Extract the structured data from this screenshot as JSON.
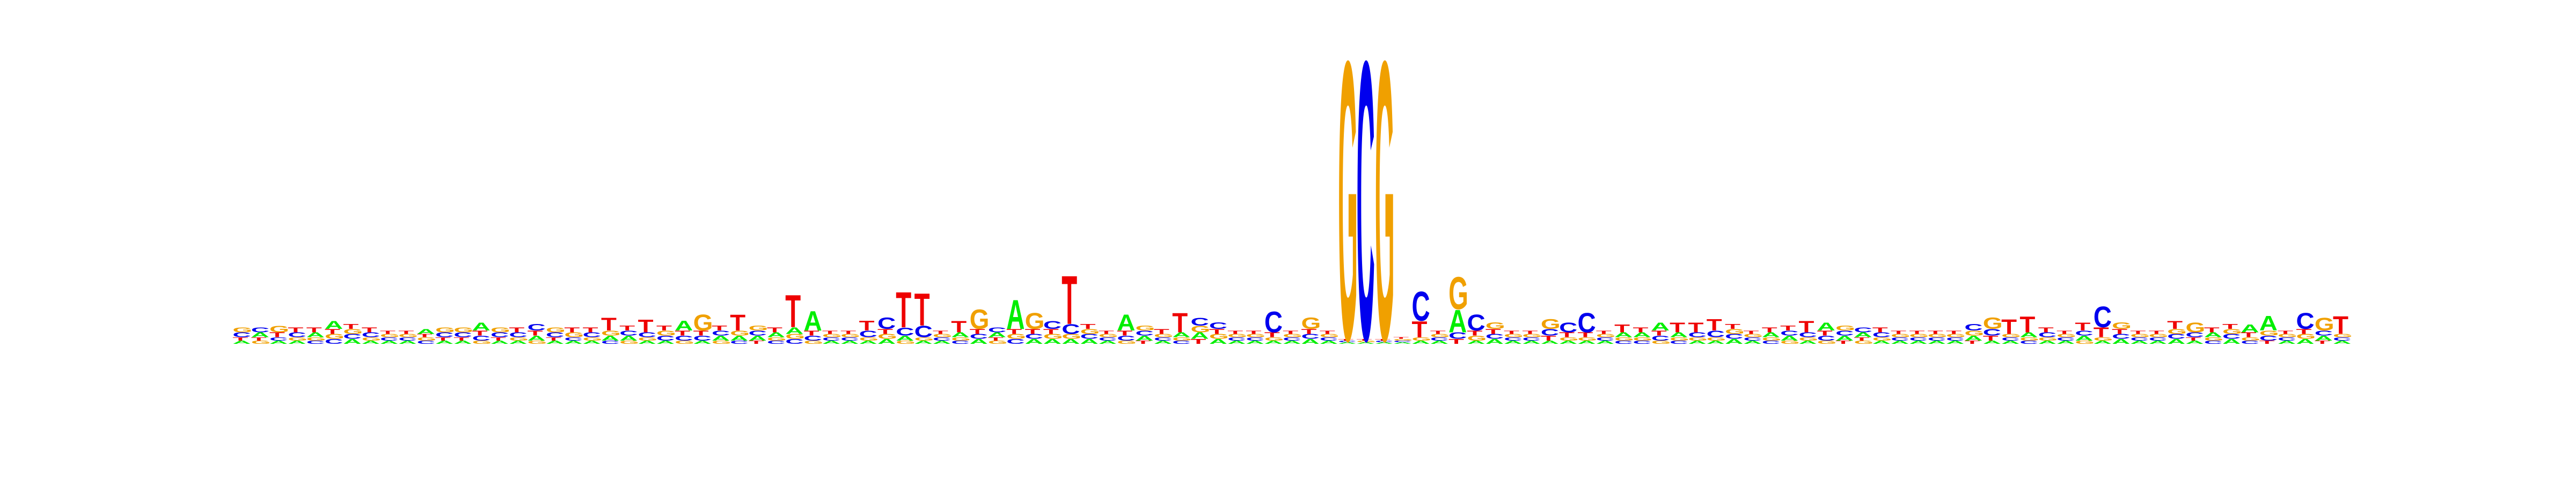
{
  "chart_data": {
    "type": "sequence-logo",
    "title": "",
    "xlabel": "",
    "ylabel": "",
    "ylim": [
      0,
      2
    ],
    "colors": {
      "A": "#00ee00",
      "C": "#0000ee",
      "G": "#f0a000",
      "T": "#ee0000"
    },
    "positions": [
      {
        "A": 0.02,
        "C": 0.03,
        "G": 0.03,
        "T": 0.02
      },
      {
        "A": 0.03,
        "C": 0.03,
        "G": 0.02,
        "T": 0.02
      },
      {
        "A": 0.02,
        "C": 0.02,
        "G": 0.04,
        "T": 0.03
      },
      {
        "A": 0.02,
        "C": 0.03,
        "G": 0.02,
        "T": 0.03
      },
      {
        "A": 0.03,
        "C": 0.02,
        "G": 0.02,
        "T": 0.03
      },
      {
        "A": 0.05,
        "C": 0.03,
        "G": 0.03,
        "T": 0.03
      },
      {
        "A": 0.03,
        "C": 0.03,
        "G": 0.03,
        "T": 0.03
      },
      {
        "A": 0.02,
        "C": 0.03,
        "G": 0.02,
        "T": 0.03
      },
      {
        "A": 0.02,
        "C": 0.02,
        "G": 0.02,
        "T": 0.02
      },
      {
        "A": 0.02,
        "C": 0.02,
        "G": 0.02,
        "T": 0.02
      },
      {
        "A": 0.03,
        "C": 0.02,
        "G": 0.02,
        "T": 0.02
      },
      {
        "A": 0.02,
        "C": 0.03,
        "G": 0.03,
        "T": 0.02
      },
      {
        "A": 0.02,
        "C": 0.03,
        "G": 0.03,
        "T": 0.02
      },
      {
        "A": 0.05,
        "C": 0.03,
        "G": 0.02,
        "T": 0.03
      },
      {
        "A": 0.02,
        "C": 0.03,
        "G": 0.03,
        "T": 0.02
      },
      {
        "A": 0.02,
        "C": 0.03,
        "G": 0.02,
        "T": 0.03
      },
      {
        "A": 0.03,
        "C": 0.04,
        "G": 0.02,
        "T": 0.03
      },
      {
        "A": 0.02,
        "C": 0.03,
        "G": 0.03,
        "T": 0.02
      },
      {
        "A": 0.02,
        "C": 0.02,
        "G": 0.03,
        "T": 0.03
      },
      {
        "A": 0.02,
        "C": 0.03,
        "G": 0.02,
        "T": 0.03
      },
      {
        "A": 0.03,
        "C": 0.02,
        "G": 0.03,
        "T": 0.08
      },
      {
        "A": 0.03,
        "C": 0.03,
        "G": 0.02,
        "T": 0.03
      },
      {
        "A": 0.02,
        "C": 0.03,
        "G": 0.02,
        "T": 0.08
      },
      {
        "A": 0.02,
        "C": 0.03,
        "G": 0.03,
        "T": 0.03
      },
      {
        "A": 0.06,
        "C": 0.03,
        "G": 0.02,
        "T": 0.03
      },
      {
        "A": 0.02,
        "C": 0.03,
        "G": 0.1,
        "T": 0.03
      },
      {
        "A": 0.03,
        "C": 0.03,
        "G": 0.02,
        "T": 0.03
      },
      {
        "A": 0.03,
        "C": 0.02,
        "G": 0.03,
        "T": 0.1
      },
      {
        "A": 0.03,
        "C": 0.03,
        "G": 0.03,
        "T": 0.02
      },
      {
        "A": 0.03,
        "C": 0.02,
        "G": 0.02,
        "T": 0.03
      },
      {
        "A": 0.04,
        "C": 0.03,
        "G": 0.03,
        "T": 0.2
      },
      {
        "A": 0.12,
        "C": 0.03,
        "G": 0.02,
        "T": 0.03
      },
      {
        "A": 0.02,
        "C": 0.02,
        "G": 0.02,
        "T": 0.02
      },
      {
        "A": 0.02,
        "C": 0.02,
        "G": 0.02,
        "T": 0.02
      },
      {
        "A": 0.02,
        "C": 0.04,
        "G": 0.02,
        "T": 0.06
      },
      {
        "A": 0.03,
        "C": 0.07,
        "G": 0.03,
        "T": 0.03
      },
      {
        "A": 0.03,
        "C": 0.05,
        "G": 0.02,
        "T": 0.22
      },
      {
        "A": 0.02,
        "C": 0.07,
        "G": 0.02,
        "T": 0.2
      },
      {
        "A": 0.02,
        "C": 0.02,
        "G": 0.02,
        "T": 0.02
      },
      {
        "A": 0.03,
        "C": 0.02,
        "G": 0.02,
        "T": 0.07
      },
      {
        "A": 0.03,
        "C": 0.03,
        "G": 0.12,
        "T": 0.03
      },
      {
        "A": 0.03,
        "C": 0.03,
        "G": 0.02,
        "T": 0.02
      },
      {
        "A": 0.18,
        "C": 0.03,
        "G": 0.03,
        "T": 0.03
      },
      {
        "A": 0.03,
        "C": 0.03,
        "G": 0.1,
        "T": 0.03
      },
      {
        "A": 0.03,
        "C": 0.05,
        "G": 0.03,
        "T": 0.03
      },
      {
        "A": 0.03,
        "C": 0.06,
        "G": 0.03,
        "T": 0.3
      },
      {
        "A": 0.03,
        "C": 0.03,
        "G": 0.03,
        "T": 0.03
      },
      {
        "A": 0.02,
        "C": 0.02,
        "G": 0.02,
        "T": 0.02
      },
      {
        "A": 0.1,
        "C": 0.03,
        "G": 0.02,
        "T": 0.03
      },
      {
        "A": 0.03,
        "C": 0.03,
        "G": 0.03,
        "T": 0.02
      },
      {
        "A": 0.02,
        "C": 0.02,
        "G": 0.02,
        "T": 0.03
      },
      {
        "A": 0.03,
        "C": 0.02,
        "G": 0.02,
        "T": 0.12
      },
      {
        "A": 0.04,
        "C": 0.05,
        "G": 0.04,
        "T": 0.03
      },
      {
        "A": 0.03,
        "C": 0.04,
        "G": 0.03,
        "T": 0.03
      },
      {
        "A": 0.02,
        "C": 0.02,
        "G": 0.02,
        "T": 0.02
      },
      {
        "A": 0.02,
        "C": 0.02,
        "G": 0.02,
        "T": 0.02
      },
      {
        "A": 0.02,
        "C": 0.13,
        "G": 0.02,
        "T": 0.03
      },
      {
        "A": 0.02,
        "C": 0.02,
        "G": 0.02,
        "T": 0.02
      },
      {
        "A": 0.03,
        "C": 0.03,
        "G": 0.07,
        "T": 0.03
      },
      {
        "A": 0.02,
        "C": 0.02,
        "G": 0.02,
        "T": 0.02
      },
      {
        "A": 0.01,
        "C": 0.01,
        "G": 1.73,
        "T": 0.01
      },
      {
        "A": 0.01,
        "C": 1.73,
        "G": 0.01,
        "T": 0.01
      },
      {
        "A": 0.01,
        "C": 0.01,
        "G": 1.73,
        "T": 0.01
      },
      {
        "A": 0.01,
        "C": 0.01,
        "G": 0.01,
        "T": 0.01
      },
      {
        "A": 0.02,
        "C": 0.18,
        "G": 0.02,
        "T": 0.1
      },
      {
        "A": 0.02,
        "C": 0.02,
        "G": 0.02,
        "T": 0.02
      },
      {
        "A": 0.14,
        "C": 0.04,
        "G": 0.2,
        "T": 0.03
      },
      {
        "A": 0.02,
        "C": 0.1,
        "G": 0.03,
        "T": 0.03
      },
      {
        "A": 0.03,
        "C": 0.03,
        "G": 0.04,
        "T": 0.03
      },
      {
        "A": 0.02,
        "C": 0.02,
        "G": 0.02,
        "T": 0.02
      },
      {
        "A": 0.02,
        "C": 0.02,
        "G": 0.02,
        "T": 0.02
      },
      {
        "A": 0.02,
        "C": 0.04,
        "G": 0.06,
        "T": 0.03
      },
      {
        "A": 0.02,
        "C": 0.06,
        "G": 0.02,
        "T": 0.03
      },
      {
        "A": 0.02,
        "C": 0.12,
        "G": 0.02,
        "T": 0.03
      },
      {
        "A": 0.02,
        "C": 0.02,
        "G": 0.02,
        "T": 0.02
      },
      {
        "A": 0.03,
        "C": 0.02,
        "G": 0.02,
        "T": 0.05
      },
      {
        "A": 0.03,
        "C": 0.02,
        "G": 0.02,
        "T": 0.03
      },
      {
        "A": 0.05,
        "C": 0.03,
        "G": 0.02,
        "T": 0.03
      },
      {
        "A": 0.03,
        "C": 0.02,
        "G": 0.02,
        "T": 0.06
      },
      {
        "A": 0.02,
        "C": 0.03,
        "G": 0.02,
        "T": 0.06
      },
      {
        "A": 0.02,
        "C": 0.04,
        "G": 0.02,
        "T": 0.07
      },
      {
        "A": 0.03,
        "C": 0.03,
        "G": 0.03,
        "T": 0.03
      },
      {
        "A": 0.02,
        "C": 0.02,
        "G": 0.02,
        "T": 0.02
      },
      {
        "A": 0.03,
        "C": 0.02,
        "G": 0.02,
        "T": 0.03
      },
      {
        "A": 0.03,
        "C": 0.03,
        "G": 0.02,
        "T": 0.03
      },
      {
        "A": 0.02,
        "C": 0.03,
        "G": 0.02,
        "T": 0.07
      },
      {
        "A": 0.05,
        "C": 0.03,
        "G": 0.02,
        "T": 0.03
      },
      {
        "A": 0.03,
        "C": 0.03,
        "G": 0.03,
        "T": 0.02
      },
      {
        "A": 0.03,
        "C": 0.03,
        "G": 0.02,
        "T": 0.02
      },
      {
        "A": 0.02,
        "C": 0.03,
        "G": 0.02,
        "T": 0.03
      },
      {
        "A": 0.02,
        "C": 0.02,
        "G": 0.02,
        "T": 0.02
      },
      {
        "A": 0.02,
        "C": 0.02,
        "G": 0.02,
        "T": 0.02
      },
      {
        "A": 0.02,
        "C": 0.02,
        "G": 0.02,
        "T": 0.02
      },
      {
        "A": 0.02,
        "C": 0.02,
        "G": 0.02,
        "T": 0.02
      },
      {
        "A": 0.03,
        "C": 0.04,
        "G": 0.03,
        "T": 0.02
      },
      {
        "A": 0.02,
        "C": 0.04,
        "G": 0.07,
        "T": 0.03
      },
      {
        "A": 0.02,
        "C": 0.02,
        "G": 0.02,
        "T": 0.09
      },
      {
        "A": 0.03,
        "C": 0.02,
        "G": 0.02,
        "T": 0.1
      },
      {
        "A": 0.02,
        "C": 0.03,
        "G": 0.02,
        "T": 0.03
      },
      {
        "A": 0.02,
        "C": 0.02,
        "G": 0.02,
        "T": 0.02
      },
      {
        "A": 0.03,
        "C": 0.03,
        "G": 0.02,
        "T": 0.05
      },
      {
        "A": 0.02,
        "C": 0.13,
        "G": 0.02,
        "T": 0.06
      },
      {
        "A": 0.03,
        "C": 0.03,
        "G": 0.04,
        "T": 0.03
      },
      {
        "A": 0.02,
        "C": 0.02,
        "G": 0.02,
        "T": 0.02
      },
      {
        "A": 0.02,
        "C": 0.02,
        "G": 0.02,
        "T": 0.02
      },
      {
        "A": 0.03,
        "C": 0.03,
        "G": 0.03,
        "T": 0.05
      },
      {
        "A": 0.02,
        "C": 0.03,
        "G": 0.06,
        "T": 0.02
      },
      {
        "A": 0.03,
        "C": 0.02,
        "G": 0.02,
        "T": 0.03
      },
      {
        "A": 0.03,
        "C": 0.03,
        "G": 0.03,
        "T": 0.03
      },
      {
        "A": 0.05,
        "C": 0.02,
        "G": 0.02,
        "T": 0.03
      },
      {
        "A": 0.09,
        "C": 0.03,
        "G": 0.03,
        "T": 0.02
      },
      {
        "A": 0.02,
        "C": 0.02,
        "G": 0.02,
        "T": 0.02
      },
      {
        "A": 0.03,
        "C": 0.1,
        "G": 0.03,
        "T": 0.03
      },
      {
        "A": 0.03,
        "C": 0.03,
        "G": 0.08,
        "T": 0.02
      },
      {
        "A": 0.02,
        "C": 0.02,
        "G": 0.02,
        "T": 0.11
      }
    ]
  }
}
